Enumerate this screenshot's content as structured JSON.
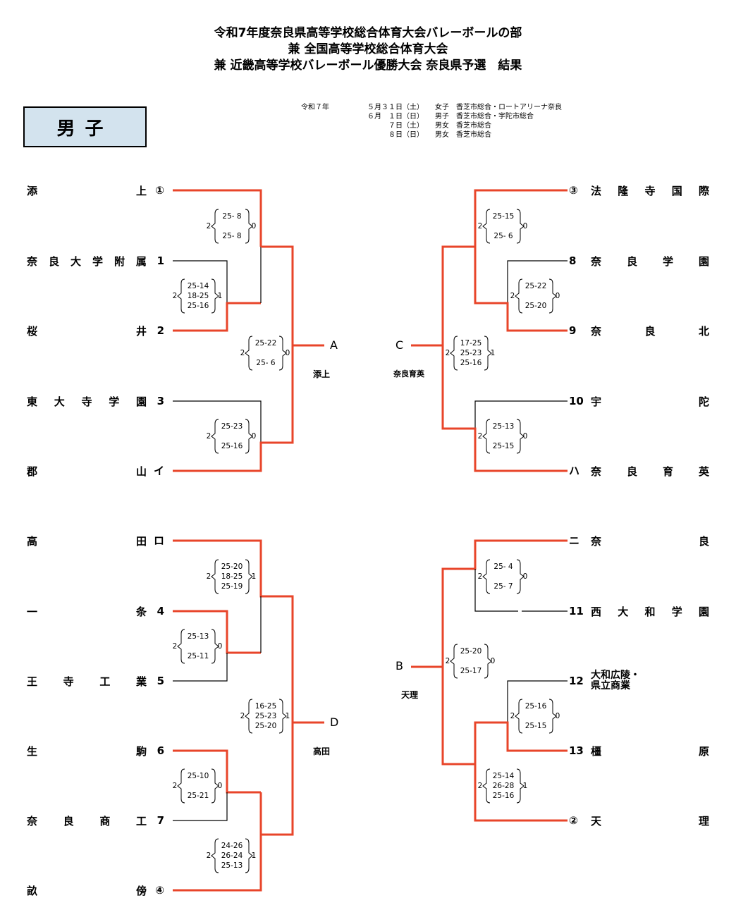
{
  "title": {
    "line1": "令和7年度奈良県高等学校総合体育大会バレーボールの部",
    "line2": "兼 全国高等学校総合体育大会",
    "line3": "兼 近畿高等学校バレーボール優勝大会 奈良県予選　結果"
  },
  "schedule": {
    "year": "令和７年",
    "rows": [
      {
        "date": "５月３１日（土）",
        "info": "女子　香芝市総合・ロートアリーナ奈良"
      },
      {
        "date": "６月　１日（日）",
        "info": "男子　香芝市総合・宇陀市総合"
      },
      {
        "date": "７日（土）",
        "info": "男女　香芝市総合"
      },
      {
        "date": "８日（日）",
        "info": "男女　香芝市総合"
      }
    ]
  },
  "gender_label": "男子",
  "left_teams": [
    {
      "name": "添上",
      "seed": "①"
    },
    {
      "name": "奈良大学附属",
      "seed": "1"
    },
    {
      "name": "桜井",
      "seed": "2"
    },
    {
      "name": "東大寺学園",
      "seed": "3"
    },
    {
      "name": "郡山",
      "seed": "イ"
    },
    {
      "name": "高田",
      "seed": "ロ"
    },
    {
      "name": "一条",
      "seed": "4"
    },
    {
      "name": "王寺工業",
      "seed": "5"
    },
    {
      "name": "生駒",
      "seed": "6"
    },
    {
      "name": "奈良商工",
      "seed": "7"
    },
    {
      "name": "畝傍",
      "seed": "④"
    }
  ],
  "right_teams": [
    {
      "name": "法隆寺国際",
      "seed": "③"
    },
    {
      "name": "奈良学園",
      "seed": "8"
    },
    {
      "name": "奈良北",
      "seed": "9"
    },
    {
      "name": "宇陀",
      "seed": "10"
    },
    {
      "name": "奈良育英",
      "seed": "ハ"
    },
    {
      "name": "奈良",
      "seed": "ニ"
    },
    {
      "name": "西大和学園",
      "seed": "11"
    },
    {
      "name_line1": "大和広陵・",
      "name_line2": "県立商業",
      "seed": "12"
    },
    {
      "name": "橿原",
      "seed": "13"
    },
    {
      "name": "天理",
      "seed": "②"
    }
  ],
  "blocks": {
    "A": {
      "label": "A",
      "winner": "添上"
    },
    "B": {
      "label": "B",
      "winner": "天理"
    },
    "C": {
      "label": "C",
      "winner": "奈良育英"
    },
    "D": {
      "label": "D",
      "winner": "高田"
    }
  },
  "matches": [
    {
      "left": "2",
      "sets": [
        "25- 8",
        "25- 8"
      ],
      "right": "0"
    },
    {
      "left": "2",
      "sets": [
        "25-14",
        "18-25",
        "25-16"
      ],
      "right": "1"
    },
    {
      "left": "2",
      "sets": [
        "25-22",
        "25- 6"
      ],
      "right": "0"
    },
    {
      "left": "2",
      "sets": [
        "25-23",
        "25-16"
      ],
      "right": "0"
    },
    {
      "left": "2",
      "sets": [
        "25-20",
        "18-25",
        "25-19"
      ],
      "right": "1"
    },
    {
      "left": "2",
      "sets": [
        "25-13",
        "25-11"
      ],
      "right": "0"
    },
    {
      "left": "2",
      "sets": [
        "16-25",
        "25-23",
        "25-20"
      ],
      "right": "1"
    },
    {
      "left": "2",
      "sets": [
        "25-10",
        "25-21"
      ],
      "right": "0"
    },
    {
      "left": "2",
      "sets": [
        "24-26",
        "26-24",
        "25-13"
      ],
      "right": "1"
    },
    {
      "left": "2",
      "sets": [
        "25-15",
        "25- 6"
      ],
      "right": "0"
    },
    {
      "left": "2",
      "sets": [
        "25-22",
        "25-20"
      ],
      "right": "0"
    },
    {
      "left": "2",
      "sets": [
        "17-25",
        "25-23",
        "25-16"
      ],
      "right": "1"
    },
    {
      "left": "2",
      "sets": [
        "25-13",
        "25-15"
      ],
      "right": "0"
    },
    {
      "left": "2",
      "sets": [
        "25- 4",
        "25- 7"
      ],
      "right": "0"
    },
    {
      "left": "2",
      "sets": [
        "25-20",
        "25-17"
      ],
      "right": "0"
    },
    {
      "left": "2",
      "sets": [
        "25-16",
        "25-15"
      ],
      "right": "0"
    },
    {
      "left": "2",
      "sets": [
        "25-14",
        "26-28",
        "25-16"
      ],
      "right": "1"
    }
  ],
  "colors": {
    "win_line": "#e8452a",
    "lose_line": "#000000",
    "gender_bg": "#d3e3ee"
  }
}
